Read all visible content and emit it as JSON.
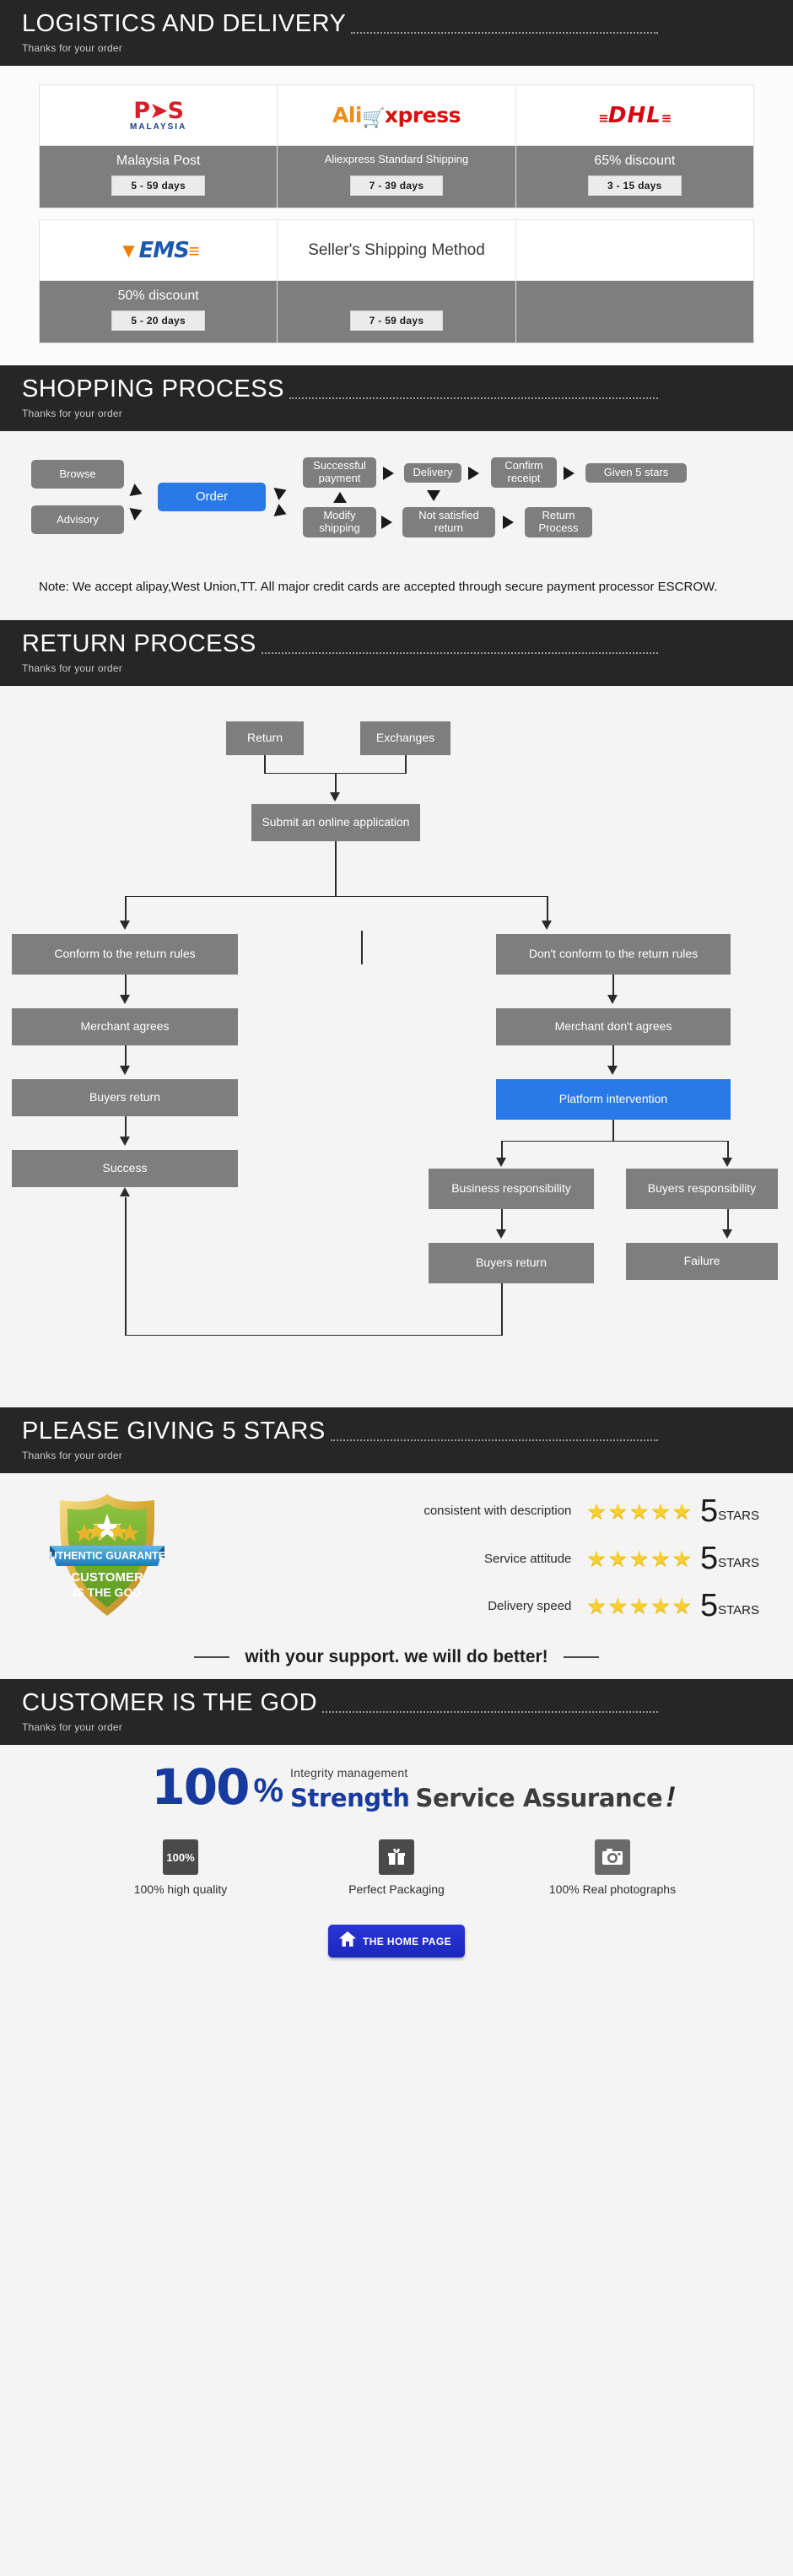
{
  "sections": {
    "logistics": {
      "title": "LOGISTICS AND DELIVERY",
      "subtitle": "Thanks for your order"
    },
    "shopping": {
      "title": "SHOPPING PROCESS",
      "subtitle": "Thanks for your order"
    },
    "returns": {
      "title": "RETURN PROCESS",
      "subtitle": "Thanks for your order"
    },
    "stars": {
      "title": "PLEASE GIVING 5 STARS",
      "subtitle": "Thanks for your order"
    },
    "god": {
      "title": "CUSTOMER IS THE GOD",
      "subtitle": "Thanks for your order"
    }
  },
  "logistics_table": {
    "rows": [
      [
        {
          "logo": "pos-malaysia-logo",
          "logo_text": "POS",
          "logo_sub": "MALAYSIA",
          "name": "Malaysia Post",
          "days": "5 - 59 days",
          "empty": false
        },
        {
          "logo": "aliexpress-logo",
          "logo_text": "AliExpress",
          "name": "Aliexpress Standard Shipping",
          "days": "7 - 39 days",
          "empty": false
        },
        {
          "logo": "dhl-logo",
          "logo_text": "DHL",
          "name": "65% discount",
          "days": "3 - 15 days",
          "empty": false
        }
      ],
      [
        {
          "logo": "ems-logo",
          "logo_text": "EMS",
          "name": "50% discount",
          "days": "5 - 20  days",
          "empty": false
        },
        {
          "logo": "sellers-shipping-method-text",
          "logo_text": "Seller's Shipping Method",
          "name": "",
          "days": "7 - 59 days",
          "empty": false
        },
        {
          "logo": "",
          "logo_text": "",
          "name": "",
          "days": "",
          "empty": true
        }
      ]
    ]
  },
  "shopping_flow": {
    "nodes": {
      "browse": "Browse",
      "advisory": "Advisory",
      "order": "Order",
      "successful_payment": "Successful payment",
      "modify_shipping": "Modify shipping",
      "delivery": "Delivery",
      "confirm_receipt": "Confirm receipt",
      "given_5_stars": "Given 5 stars",
      "not_satisfied_return": "Not satisfied return",
      "return_process": "Return Process"
    },
    "note": "Note: We accept alipay,West Union,TT. All major credit cards are accepted through secure payment processor ESCROW."
  },
  "return_flow": {
    "nodes": {
      "return": "Return",
      "exchanges": "Exchanges",
      "submit_application": "Submit an online application",
      "conform": "Conform to the return rules",
      "not_conform": "Don't conform to the return rules",
      "merchant_agrees": "Merchant agrees",
      "merchant_not_agrees": "Merchant don't agrees",
      "buyers_return_left": "Buyers return",
      "platform_intervention": "Platform intervention",
      "success": "Success",
      "business_responsibility": "Business responsibility",
      "buyers_responsibility": "Buyers responsibility",
      "buyers_return_right": "Buyers return",
      "failure": "Failure"
    }
  },
  "ratings": {
    "badge": {
      "top_text": "AUTHENTIC GUARANTEE",
      "bottom_line1": "CUSTOMER",
      "bottom_line2": "IS THE GOD"
    },
    "rows": [
      {
        "label": "consistent with description",
        "stars": "★★★★★",
        "score": "5",
        "unit": "STARS"
      },
      {
        "label": "Service attitude",
        "stars": "★★★★★",
        "score": "5",
        "unit": "STARS"
      },
      {
        "label": "Delivery speed",
        "stars": "★★★★★",
        "score": "5",
        "unit": "STARS"
      }
    ],
    "support_text": "with your support. we will do better!"
  },
  "guarantee": {
    "hundred": "100",
    "percent": "%",
    "integrity": "Integrity management",
    "strength": "Strength",
    "service_assurance": "Service Assurance",
    "exclaim": "!",
    "features": [
      {
        "icon": "percent-100-icon",
        "icon_text": "100%",
        "label": "100% high quality"
      },
      {
        "icon": "gift-box-icon",
        "icon_text": "",
        "label": "Perfect Packaging"
      },
      {
        "icon": "camera-icon",
        "icon_text": "",
        "label": "100% Real photographs"
      }
    ],
    "home_button": {
      "icon": "home-icon",
      "label": "THE HOME PAGE"
    }
  },
  "colors": {
    "header_bar": "#262626",
    "node_gray": "#7e7e7e",
    "node_blue": "#2979e8",
    "accent_blue": "#173a9e",
    "star_yellow": "#f7cf2e"
  }
}
